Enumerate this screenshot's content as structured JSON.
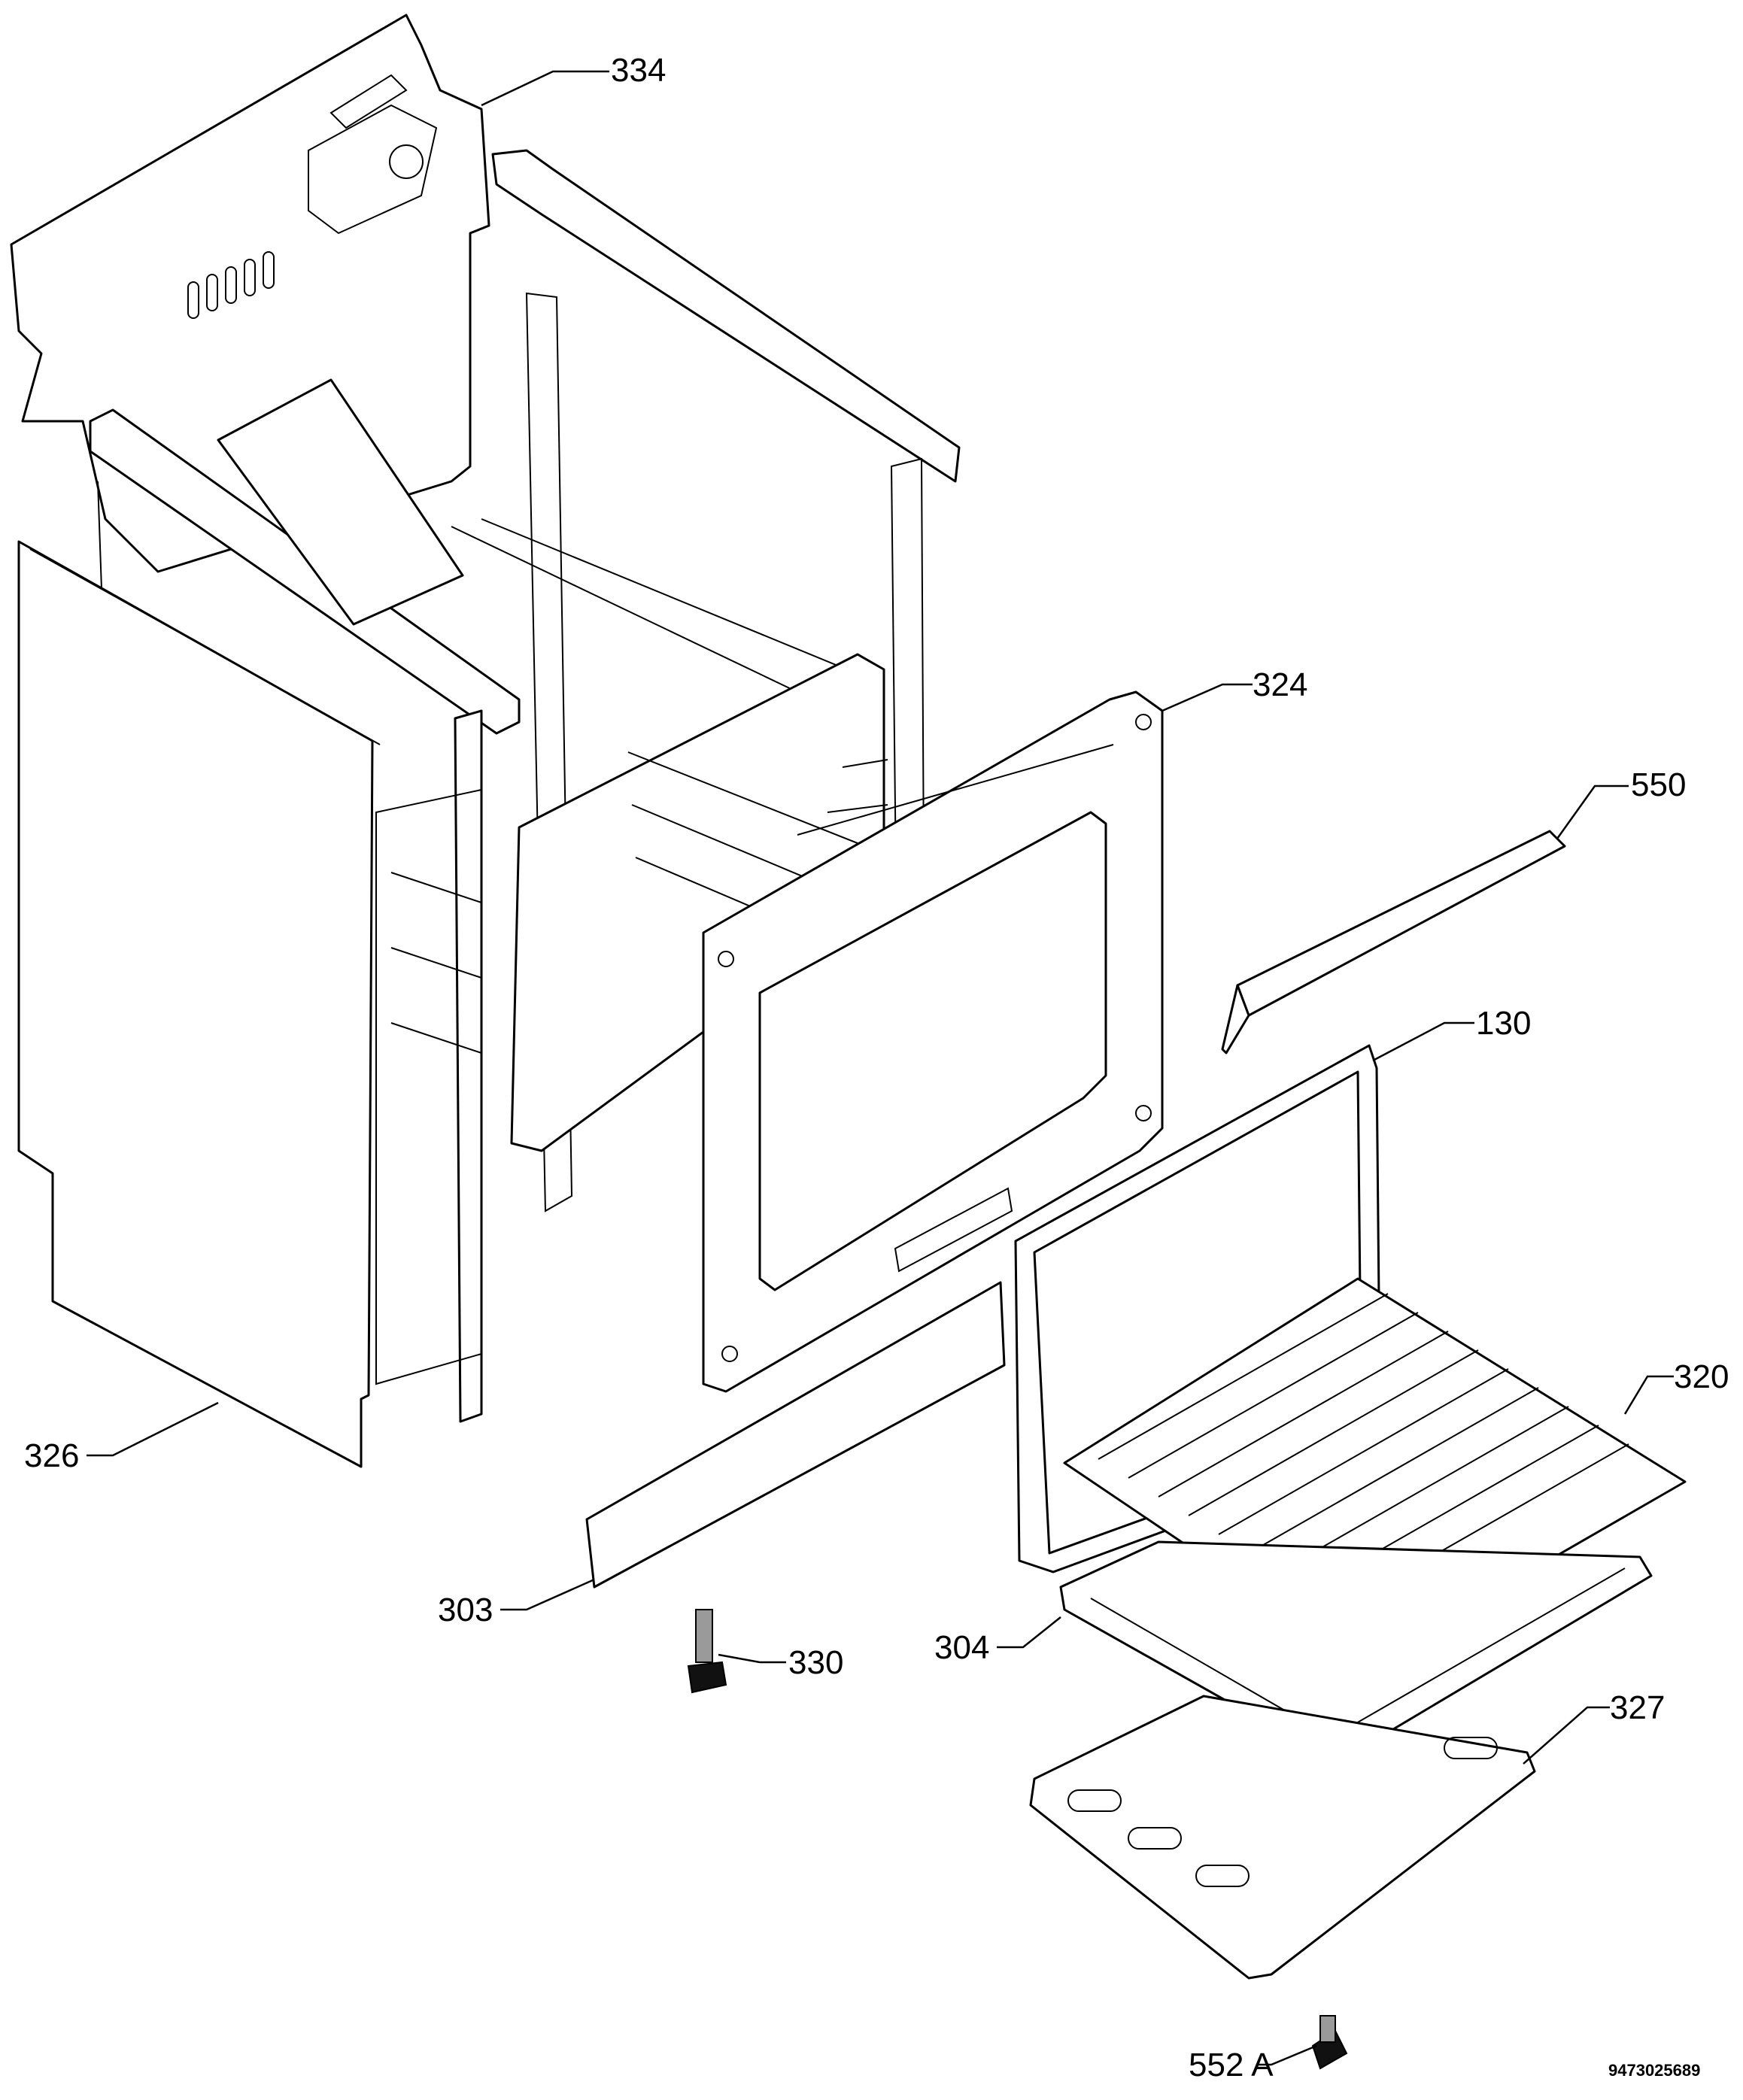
{
  "diagram": {
    "type": "exploded-parts-drawing",
    "callouts": [
      {
        "id": "334",
        "label": "334"
      },
      {
        "id": "324",
        "label": "324"
      },
      {
        "id": "550",
        "label": "550"
      },
      {
        "id": "130",
        "label": "130"
      },
      {
        "id": "320",
        "label": "320"
      },
      {
        "id": "326",
        "label": "326"
      },
      {
        "id": "303",
        "label": "303"
      },
      {
        "id": "330",
        "label": "330"
      },
      {
        "id": "304",
        "label": "304"
      },
      {
        "id": "327",
        "label": "327"
      },
      {
        "id": "552A",
        "label": "552 A"
      }
    ],
    "document_number": "9473025689"
  }
}
